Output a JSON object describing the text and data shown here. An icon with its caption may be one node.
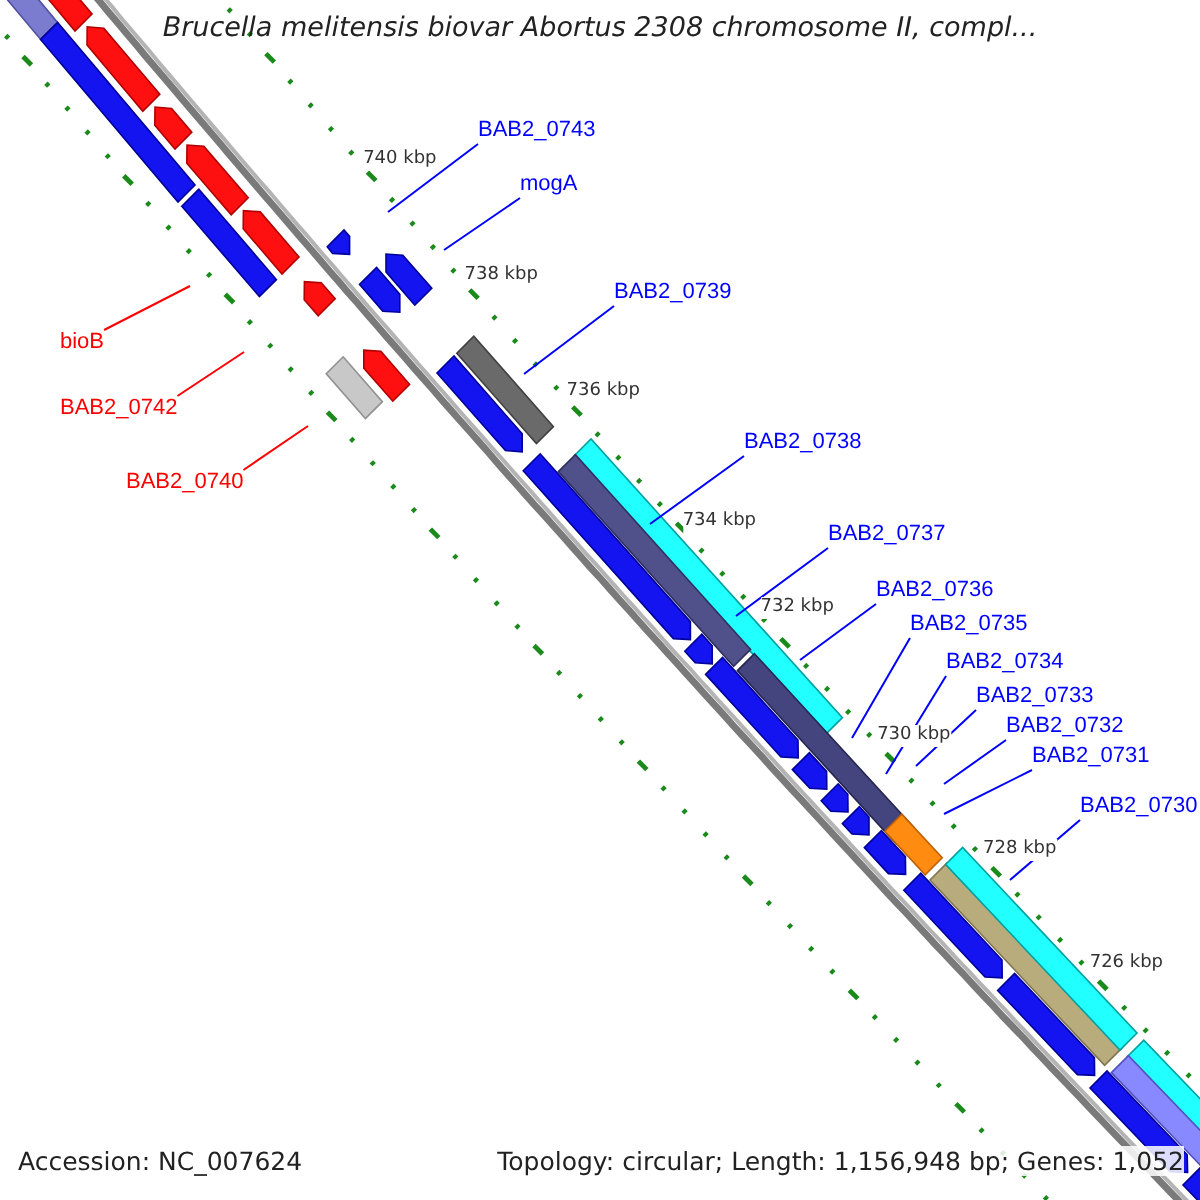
{
  "diagram": {
    "title": "Brucella melitensis biovar Abortus 2308 chromosome II, compl...",
    "nodes": [
      {
        "text": [
          "BAB2_0743"
        ]
      },
      {
        "text": [
          "mogA"
        ]
      },
      {
        "text": [
          "BAB2_0739"
        ]
      },
      {
        "text": [
          "BAB2_0738"
        ]
      },
      {
        "text": [
          "BAB2_0737"
        ]
      },
      {
        "text": [
          "BAB2_0736"
        ]
      },
      {
        "text": [
          "BAB2_0735"
        ]
      },
      {
        "text": [
          "BAB2_0734"
        ]
      },
      {
        "text": [
          "BAB2_0733"
        ]
      },
      {
        "text": [
          "BAB2_0732"
        ]
      },
      {
        "text": [
          "BAB2_0731"
        ]
      },
      {
        "text": [
          "BAB2_0730"
        ]
      },
      {
        "text": [
          "bioB"
        ]
      },
      {
        "text": [
          "BAB2_0742"
        ]
      },
      {
        "text": [
          "BAB2_0740"
        ]
      }
    ],
    "edges": [
      {
        "from": 0,
        "to": null,
        "arrow": "none"
      },
      {
        "from": 1,
        "to": null,
        "arrow": "none"
      },
      {
        "from": 2,
        "to": null,
        "arrow": "none"
      },
      {
        "from": 3,
        "to": null,
        "arrow": "none"
      },
      {
        "from": 4,
        "to": null,
        "arrow": "none"
      },
      {
        "from": 5,
        "to": null,
        "arrow": "none"
      },
      {
        "from": 6,
        "to": null,
        "arrow": "none"
      },
      {
        "from": 7,
        "to": null,
        "arrow": "none"
      },
      {
        "from": 8,
        "to": null,
        "arrow": "none"
      },
      {
        "from": 9,
        "to": null,
        "arrow": "none"
      },
      {
        "from": 10,
        "to": null,
        "arrow": "none"
      },
      {
        "from": 11,
        "to": null,
        "arrow": "none"
      },
      {
        "from": 12,
        "to": null,
        "arrow": "none",
        "color": "#ff0000"
      },
      {
        "from": 13,
        "to": null,
        "arrow": "none",
        "color": "#ff0000"
      },
      {
        "from": 14,
        "to": null,
        "arrow": "none",
        "color": "#ff0000"
      }
    ],
    "labels": [
      "740 kbp",
      "738 kbp",
      "736 kbp",
      "734 kbp",
      "732 kbp",
      "730 kbp",
      "728 kbp",
      "726 kbp",
      "Accession: NC_007624",
      "Topology: circular; Length: 1,156,948 bp; Genes: 1,052"
    ]
  }
}
